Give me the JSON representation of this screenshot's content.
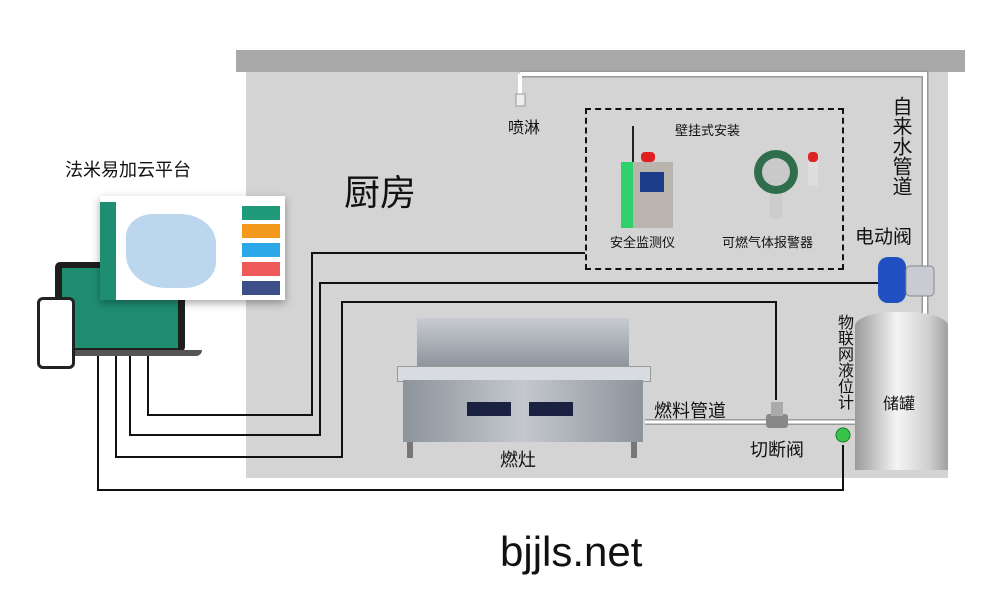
{
  "platform": {
    "title": "法米易加云平台"
  },
  "room": {
    "label": "厨房"
  },
  "sprinkler": {
    "label": "喷淋"
  },
  "wall_mount": {
    "title": "壁挂式安装",
    "devices": [
      {
        "label": "安全监测仪"
      },
      {
        "label": "可燃气体报警器"
      }
    ]
  },
  "water_pipe": {
    "label": "自来水管道"
  },
  "electric_valve": {
    "label": "电动阀"
  },
  "level_meter": {
    "label": "物联网液位计"
  },
  "tank": {
    "label": "储罐"
  },
  "fuel_pipe": {
    "label": "燃料管道"
  },
  "shutoff_valve": {
    "label": "切断阀"
  },
  "stove": {
    "label": "燃灶"
  },
  "footer": {
    "website": "bjjls.net"
  },
  "colors": {
    "room": "#d4d4d4",
    "ceiling": "#a9a9a9",
    "platform_green": "#1f8d72",
    "valve_blue": "#1f4fc0"
  }
}
